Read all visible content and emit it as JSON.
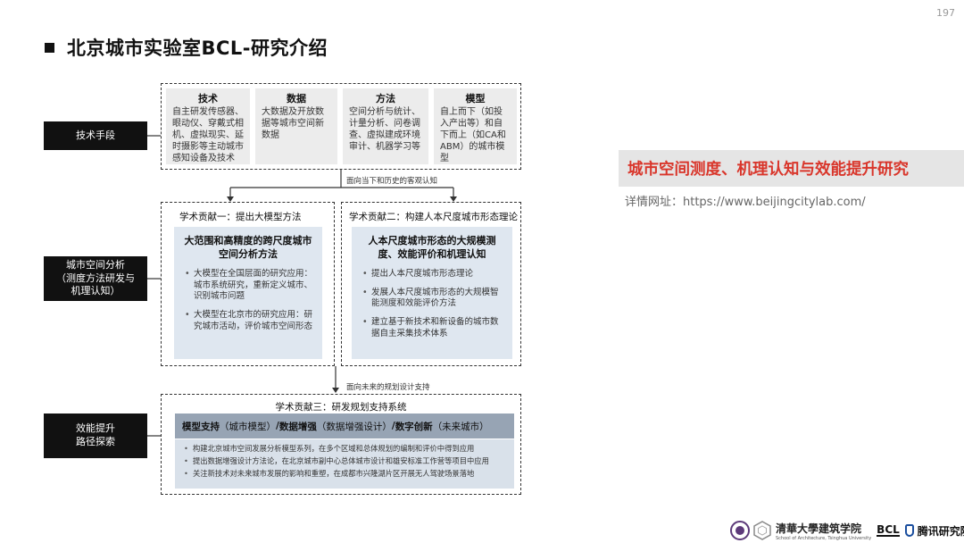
{
  "page_number": "197",
  "title": "北京城市实验室BCL-研究介绍",
  "left_labels": {
    "tech_means": "技术手段",
    "spatial_analysis_line1": "城市空间分析",
    "spatial_analysis_line2": "（测度方法研发与",
    "spatial_analysis_line3": "机理认知）",
    "efficiency_line1": "效能提升",
    "efficiency_line2": "路径探索"
  },
  "tech_columns": [
    {
      "title": "技术",
      "body": "自主研发传感器、眼动仪、穿戴式相机、虚拟现实、延时摄影等主动城市感知设备及技术"
    },
    {
      "title": "数据",
      "body": "大数据及开放数据等城市空间新数据"
    },
    {
      "title": "方法",
      "body": "空间分析与统计、计量分析、问卷调查、虚拟建成环境审计、机器学习等"
    },
    {
      "title": "模型",
      "body": "自上而下（如投入产出等）和自下而上（如CA和ABM）的城市模型"
    }
  ],
  "flow_caption_1": "面向当下和历史的客观认知",
  "flow_caption_2": "面向未来的规划设计支持",
  "contribution_1": {
    "title": "学术贡献一：提出大模型方法",
    "head": "大范围和高精度的跨尺度城市空间分析方法",
    "items": [
      "大模型在全国层面的研究应用：城市系统研究，重新定义城市、识别城市问题",
      "大模型在北京市的研究应用：研究城市活动，评价城市空间形态"
    ]
  },
  "contribution_2": {
    "title": "学术贡献二：构建人本尺度城市形态理论",
    "head": "人本尺度城市形态的大规模测度、效能评价和机理认知",
    "items": [
      "提出人本尺度城市形态理论",
      "发展人本尺度城市形态的大规模智能测度和效能评价方法",
      "建立基于新技术和新设备的城市数据自主采集技术体系"
    ]
  },
  "contribution_3": {
    "title": "学术贡献三：研发规划支持系统",
    "model_bold": "模型支持",
    "model_normal": "（城市模型）",
    "sep1": " / ",
    "data_bold": "数据增强",
    "data_normal": "（数据增强设计）",
    "sep2": " / ",
    "digital_bold": "数字创新",
    "digital_normal": "（未来城市）",
    "items": [
      "构建北京城市空间发展分析模型系列，在多个区域和总体规划的编制和评价中得到应用",
      "提出数据增强设计方法论，在北京城市副中心总体城市设计和雄安标准工作营等项目中应用",
      "关注新技术对未来城市发展的影响和重塑，在成都市兴隆湖片区开展无人驾驶场景落地"
    ]
  },
  "side_panel": {
    "headline": "城市空间测度、机理认知与效能提升研究",
    "url_text": "详情网址：https://www.beijingcitylab.com/"
  },
  "footer": {
    "thu_name": "清華大學建筑学院",
    "thu_sub": "School of Architecture, Tsinghua University",
    "bcl": "BCL",
    "tencent": "腾讯研究院"
  }
}
